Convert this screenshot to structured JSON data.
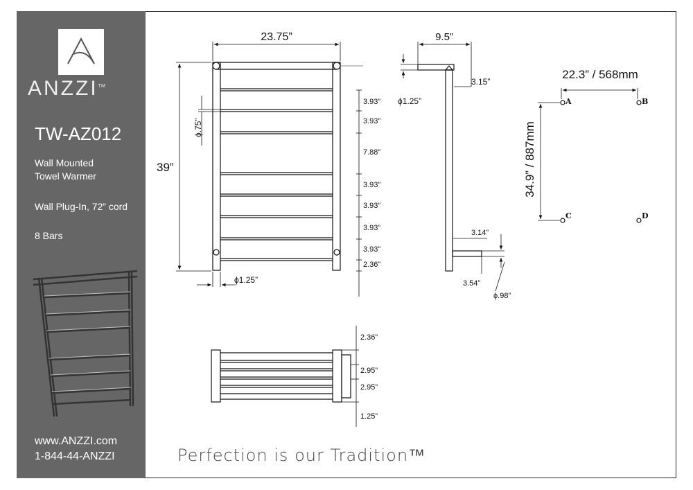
{
  "brand": {
    "name": "ANZZI",
    "trademark": "TM",
    "model": "TW-AZ012",
    "description_line1": "Wall Mounted",
    "description_line2": "Towel Warmer",
    "plug": "Wall Plug-In, 72” cord",
    "bars": "8 Bars",
    "website": "www.ANZZI.com",
    "phone": "1-844-44-ANZZI"
  },
  "tagline": "Perfection is our Tradition™",
  "colors": {
    "sidebar": "#666666",
    "line": "#111111"
  },
  "front_view": {
    "width": "23.75”",
    "height": "39”",
    "bar_diameter": "ϕ.75”",
    "post_diameter": "ϕ1.25”",
    "spacings": [
      "3.93”",
      "3.93”",
      "7.88”",
      "3.93”",
      "3.93”",
      "3.93”",
      "3.93”",
      "2.36”"
    ]
  },
  "side_view": {
    "depth": "9.5”",
    "top_offset": "3.15”",
    "post_diameter": "ϕ1.25”",
    "bottom_offset": "3.14”",
    "bottom_depth": "3.54”",
    "foot_diameter": "ϕ.98”"
  },
  "mounting": {
    "width": "22.3” / 568mm",
    "height": "34.9” / 887mm",
    "point_a": "A",
    "point_b": "B",
    "point_c": "C",
    "point_d": "D"
  },
  "top_view": {
    "spacings": [
      "2.36”",
      "2.95”",
      "2.95”",
      "1.25”"
    ]
  }
}
